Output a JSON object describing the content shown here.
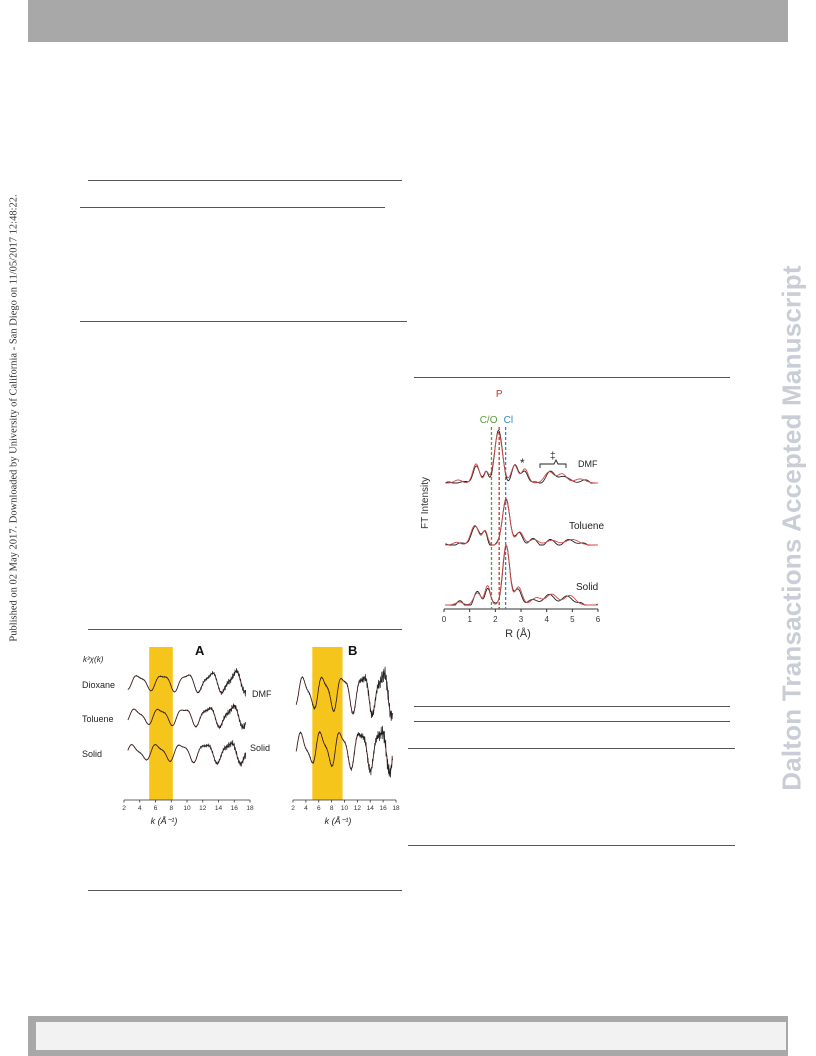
{
  "side_note": "Published on 02 May 2017. Downloaded by University of California - San Diego on 11/05/2017 12:48:22.",
  "watermark": "Dalton Transactions Accepted Manuscript",
  "ft_figure": {
    "ylabel": "FT Intensity",
    "xlabel": "R (Å)",
    "x_ticks": [
      "0",
      "1",
      "2",
      "3",
      "4",
      "5",
      "6"
    ],
    "markers": [
      {
        "label": "C/O",
        "color": "#5a9a3a",
        "x": 1.85
      },
      {
        "label": "P",
        "color": "#c0392b",
        "x": 2.15
      },
      {
        "label": "Cl",
        "color": "#2e86c1",
        "x": 2.4
      }
    ],
    "traces": [
      "DMF",
      "Toluene",
      "Solid"
    ],
    "annotations": [
      "*",
      "‡"
    ]
  },
  "k_figure": {
    "panel_a_label": "A",
    "panel_b_label": "B",
    "ylabel": "k³χ(k)",
    "xlabel": "k (Å⁻¹)",
    "x_ticks": [
      "2",
      "4",
      "6",
      "8",
      "10",
      "12",
      "14",
      "16",
      "18"
    ],
    "panel_a_traces": [
      "Dioxane",
      "Toluene",
      "Solid"
    ],
    "panel_b_traces": [
      "DMF",
      "Solid"
    ],
    "highlight_color": "#f6c51b",
    "panel_a_highlight_k": [
      5.2,
      8.2
    ],
    "panel_b_highlight_k": [
      5.0,
      9.7
    ]
  },
  "colors": {
    "header_gray": "#a8a8a8",
    "fit_line": "#d04a4a",
    "data_line": "#222222"
  }
}
